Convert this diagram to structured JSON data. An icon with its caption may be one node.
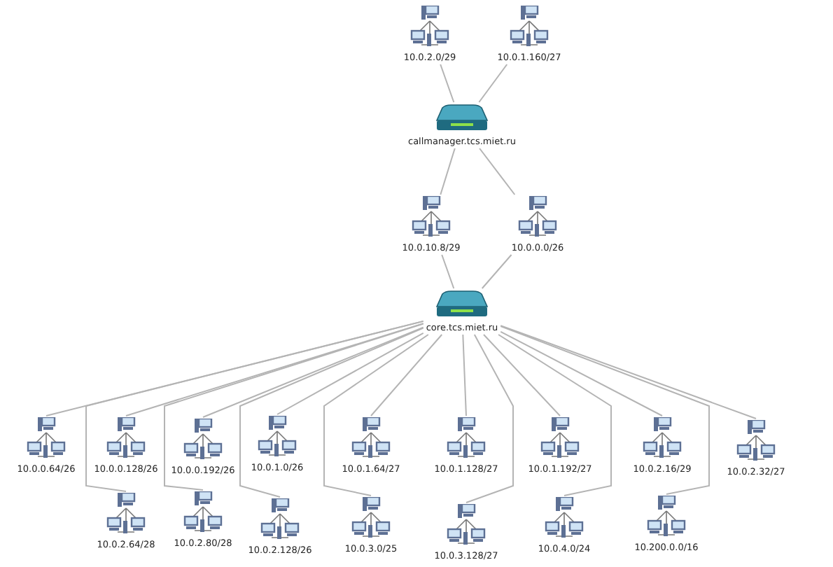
{
  "diagram": {
    "nodes": [
      {
        "text": [
          "10.0.2.0/29"
        ]
      },
      {
        "text": [
          "10.0.1.160/27"
        ]
      },
      {
        "text": [
          "callmanager.tcs.miet.ru"
        ]
      },
      {
        "text": [
          "10.0.10.8/29"
        ]
      },
      {
        "text": [
          "10.0.0.0/26"
        ]
      },
      {
        "text": [
          "core.tcs.miet.ru"
        ]
      },
      {
        "text": [
          "10.0.0.64/26"
        ]
      },
      {
        "text": [
          "10.0.0.128/26"
        ]
      },
      {
        "text": [
          "10.0.0.192/26"
        ]
      },
      {
        "text": [
          "10.0.1.0/26"
        ]
      },
      {
        "text": [
          "10.0.1.64/27"
        ]
      },
      {
        "text": [
          "10.0.1.128/27"
        ]
      },
      {
        "text": [
          "10.0.1.192/27"
        ]
      },
      {
        "text": [
          "10.0.2.16/29"
        ]
      },
      {
        "text": [
          "10.0.2.32/27"
        ]
      },
      {
        "text": [
          "10.0.2.64/28"
        ]
      },
      {
        "text": [
          "10.0.2.80/28"
        ]
      },
      {
        "text": [
          "10.0.2.128/26"
        ]
      },
      {
        "text": [
          "10.0.3.0/25"
        ]
      },
      {
        "text": [
          "10.0.3.128/27"
        ]
      },
      {
        "text": [
          "10.0.4.0/24"
        ]
      },
      {
        "text": [
          "10.200.0.0/16"
        ]
      }
    ],
    "edges": [
      {
        "from": 0,
        "to": 2,
        "arrow": "none"
      },
      {
        "from": 1,
        "to": 2,
        "arrow": "none"
      },
      {
        "from": 2,
        "to": 3,
        "arrow": "none"
      },
      {
        "from": 2,
        "to": 4,
        "arrow": "none"
      },
      {
        "from": 3,
        "to": 5,
        "arrow": "none"
      },
      {
        "from": 4,
        "to": 5,
        "arrow": "none"
      },
      {
        "from": 5,
        "to": 6,
        "arrow": "none"
      },
      {
        "from": 5,
        "to": 7,
        "arrow": "none"
      },
      {
        "from": 5,
        "to": 8,
        "arrow": "none"
      },
      {
        "from": 5,
        "to": 9,
        "arrow": "none"
      },
      {
        "from": 5,
        "to": 10,
        "arrow": "none"
      },
      {
        "from": 5,
        "to": 11,
        "arrow": "none"
      },
      {
        "from": 5,
        "to": 12,
        "arrow": "none"
      },
      {
        "from": 5,
        "to": 13,
        "arrow": "none"
      },
      {
        "from": 5,
        "to": 14,
        "arrow": "none"
      },
      {
        "from": 5,
        "to": 15,
        "arrow": "none"
      },
      {
        "from": 5,
        "to": 16,
        "arrow": "none"
      },
      {
        "from": 5,
        "to": 17,
        "arrow": "none"
      },
      {
        "from": 5,
        "to": 18,
        "arrow": "none"
      },
      {
        "from": 5,
        "to": 19,
        "arrow": "none"
      },
      {
        "from": 5,
        "to": 20,
        "arrow": "none"
      },
      {
        "from": 5,
        "to": 21,
        "arrow": "none"
      }
    ]
  }
}
